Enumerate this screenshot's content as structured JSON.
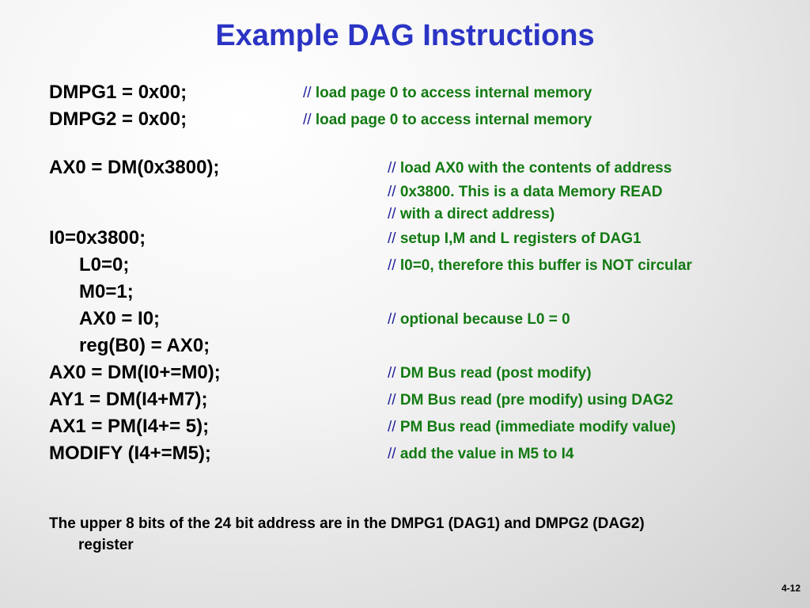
{
  "title": "Example DAG Instructions",
  "lines": [
    {
      "code": "DMPG1 = 0x00;",
      "comment": "load page 0 to access internal memory"
    },
    {
      "code": "DMPG2 = 0x00;",
      "comment": "load page 0 to access internal memory"
    },
    {
      "code": "AX0 = DM(0x3800);",
      "comment": "load AX0 with the contents of address"
    },
    {
      "code": "",
      "comment": "0x3800.  This is a data Memory READ"
    },
    {
      "code": "",
      "comment": "with a direct address)"
    },
    {
      "code": "I0=0x3800;",
      "comment": "setup I,M and L registers of DAG1"
    },
    {
      "code": "L0=0;",
      "comment": "l0=0, therefore this buffer is NOT circular"
    },
    {
      "code": "M0=1;",
      "comment": ""
    },
    {
      "code": "AX0 = I0;",
      "comment": "optional because L0 = 0"
    },
    {
      "code": "reg(B0) = AX0;",
      "comment": ""
    },
    {
      "code": "AX0 = DM(I0+=M0);",
      "comment": "DM Bus read (post modify)"
    },
    {
      "code": "AY1 = DM(I4+M7);",
      "comment": "DM Bus read (pre modify) using DAG2"
    },
    {
      "code": "AX1 = PM(I4+= 5);",
      "comment": "PM Bus read (immediate modify value)"
    },
    {
      "code": "MODIFY (I4+=M5);",
      "comment": "add the value in M5 to I4"
    }
  ],
  "comment_prefix": "// ",
  "footer": {
    "line1": "The upper 8 bits of the 24 bit address are in the DMPG1 (DAG1) and DMPG2 (DAG2)",
    "line2": "register"
  },
  "page_number": "4-12",
  "colors": {
    "title": "#2b34c4",
    "comment": "#137a13",
    "slashes": "#1e1e9c",
    "text": "#000000"
  }
}
